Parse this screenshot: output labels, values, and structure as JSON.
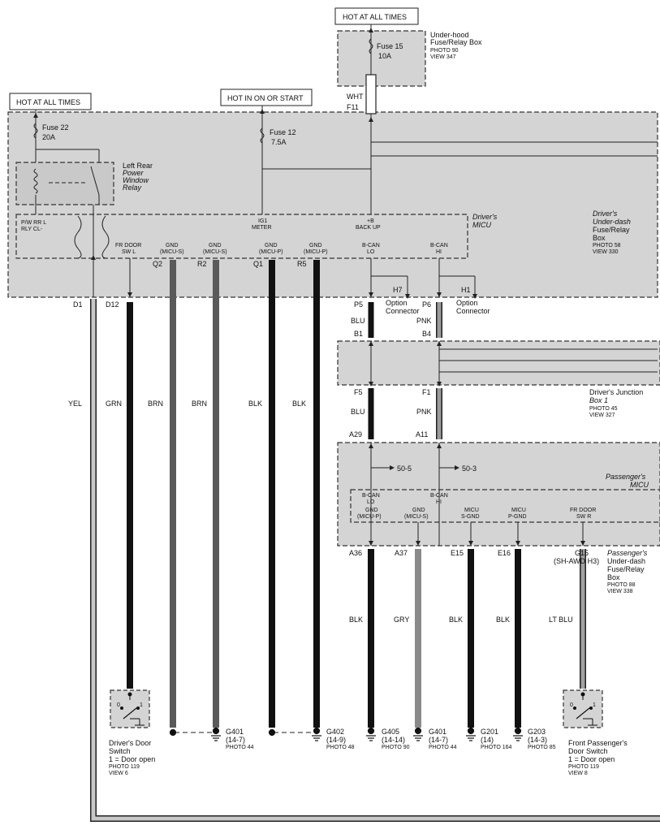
{
  "banners": {
    "hot_at_all_times_top": "HOT AT ALL TIMES",
    "hot_at_all_times_left": "HOT AT ALL TIMES",
    "hot_in_on_or_start": "HOT IN ON OR START"
  },
  "underhood": {
    "title": "Under-hood",
    "title2": "Fuse/Relay Box",
    "photo": "PHOTO 90",
    "view": "VIEW 347",
    "fuse": "Fuse 15",
    "fuse_rating": "10A",
    "wire": "WHT",
    "pin": "F11"
  },
  "underdash": {
    "fuse22": "Fuse 22",
    "fuse22_rating": "20A",
    "fuse12": "Fuse 12",
    "fuse12_rating": "7.5A",
    "relay_l1": "Left Rear",
    "relay_l2": "Power",
    "relay_l3": "Window",
    "relay_l4": "Relay",
    "title1": "Driver's",
    "title2": "Under-dash",
    "title3": "Fuse/Relay",
    "title4": "Box",
    "photo": "PHOTO 58",
    "view": "VIEW 330"
  },
  "micu": {
    "title1": "Driver's",
    "title2": "MICU",
    "pwrr_1": "P/W RR L",
    "pwrr_2": "RLY CL-",
    "ig1_1": "IG1",
    "ig1_2": "METER",
    "b_1": "+B",
    "b_2": "BACK UP",
    "frdoor_1": "FR DOOR",
    "frdoor_2": "SW L",
    "gnd": "GND",
    "micus": "(MICU-S)",
    "micup": "(MICU-P)",
    "bcan": "B-CAN",
    "lo": "LO",
    "hi": "HI"
  },
  "pins": {
    "d1": "D1",
    "d12": "D12",
    "q2": "Q2",
    "r2": "R2",
    "q1": "Q1",
    "r5": "R5",
    "p5": "P5",
    "p6": "P6",
    "b1": "B1",
    "b4": "B4",
    "f5": "F5",
    "f1": "F1",
    "a29": "A29",
    "a11": "A11",
    "h7": "H7",
    "h1": "H1",
    "a36": "A36",
    "a37": "A37",
    "e15": "E15",
    "e16": "E16",
    "g15": "G15",
    "g15b": "(SH-AWD H3)"
  },
  "wires": {
    "yel": "YEL",
    "grn": "GRN",
    "brn": "BRN",
    "blk": "BLK",
    "blu": "BLU",
    "pnk": "PNK",
    "gry": "GRY",
    "ltblu": "LT BLU"
  },
  "option": {
    "l1": "Option",
    "l2": "Connector"
  },
  "junction": {
    "l1": "Driver's Junction",
    "l2": "Box 1",
    "photo": "PHOTO 45",
    "view": "VIEW 327"
  },
  "pmicu": {
    "title1": "Passenger's",
    "title2": "MICU",
    "conn1": "50-5",
    "conn2": "50-3",
    "bcan": "B-CAN",
    "lo": "LO",
    "hi": "HI",
    "gnd": "GND",
    "micup": "(MICU-P)",
    "micus": "(MICU-S)",
    "micu": "MICU",
    "sgnd": "S-GND",
    "pgnd": "P-GND",
    "frdoor": "FR DOOR",
    "swr": "SW R"
  },
  "pbox": {
    "l1": "Passenger's",
    "l2": "Under-dash",
    "l3": "Fuse/Relay",
    "l4": "Box",
    "photo": "PHOTO 88",
    "view": "VIEW 338"
  },
  "grounds": {
    "g401a": "G401",
    "g401a_b": "(14-7)",
    "g401a_c": "PHOTO 44",
    "g402": "G402",
    "g402_b": "(14-9)",
    "g402_c": "PHOTO 48",
    "g405": "G405",
    "g405_b": "(14-14)",
    "g405_c": "PHOTO 90",
    "g401b": "G401",
    "g401b_b": "(14-7)",
    "g401b_c": "PHOTO 44",
    "g201": "G201",
    "g201_b": "(14)",
    "g201_c": "PHOTO 164",
    "g203": "G203",
    "g203_b": "(14-3)",
    "g203_c": "PHOTO 85"
  },
  "dswitch": {
    "l1": "Driver's Door",
    "l2": "Switch",
    "l3": "1 = Door open",
    "photo": "PHOTO 119",
    "view": "VIEW 6",
    "pos0": "0",
    "pos1": "1"
  },
  "pswitch": {
    "l1": "Front Passenger's",
    "l2": "Door Switch",
    "l3": "1 = Door open",
    "photo": "PHOTO 119",
    "view": "VIEW 8",
    "pos0": "0",
    "pos1": "1"
  }
}
